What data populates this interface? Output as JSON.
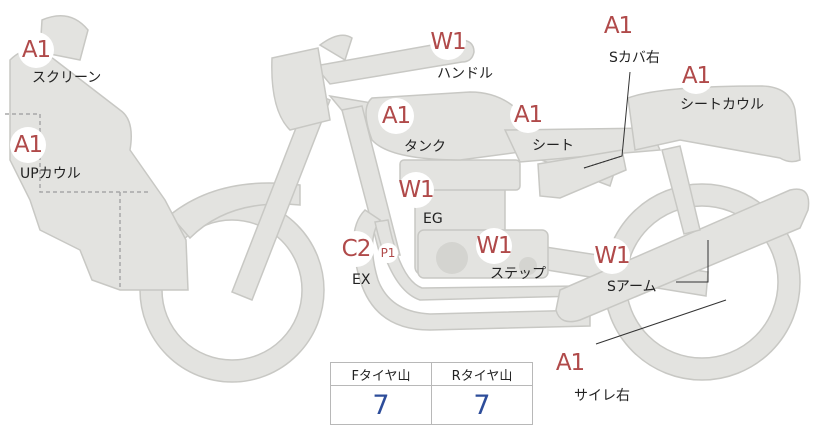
{
  "parts": {
    "screen": {
      "code": "A1",
      "label": "スクリーン"
    },
    "up_cowl": {
      "code": "A1",
      "label": "UPカウル"
    },
    "handle": {
      "code": "W1",
      "label": "ハンドル"
    },
    "tank": {
      "code": "A1",
      "label": "タンク"
    },
    "seat": {
      "code": "A1",
      "label": "シート"
    },
    "s_cover_right": {
      "code": "A1",
      "label": "Sカバ右"
    },
    "seat_cowl": {
      "code": "A1",
      "label": "シートカウル"
    },
    "engine": {
      "code": "W1",
      "label": "EG"
    },
    "exhaust": {
      "code": "C2",
      "extra": "P1",
      "label": "EX"
    },
    "step": {
      "code": "W1",
      "label": "ステップ"
    },
    "swingarm": {
      "code": "W1",
      "label": "Sアーム"
    },
    "silencer_right": {
      "code": "A1",
      "label": "サイレ右"
    }
  },
  "tread_table": {
    "front_header": "Fタイヤ山",
    "rear_header": "Rタイヤ山",
    "front_value": "7",
    "rear_value": "7"
  },
  "colors": {
    "bike_fill": "#e3e3e0",
    "bike_stroke": "#c8c8c4",
    "code_text": "#b04a4a",
    "value_text": "#2d4d9a"
  }
}
